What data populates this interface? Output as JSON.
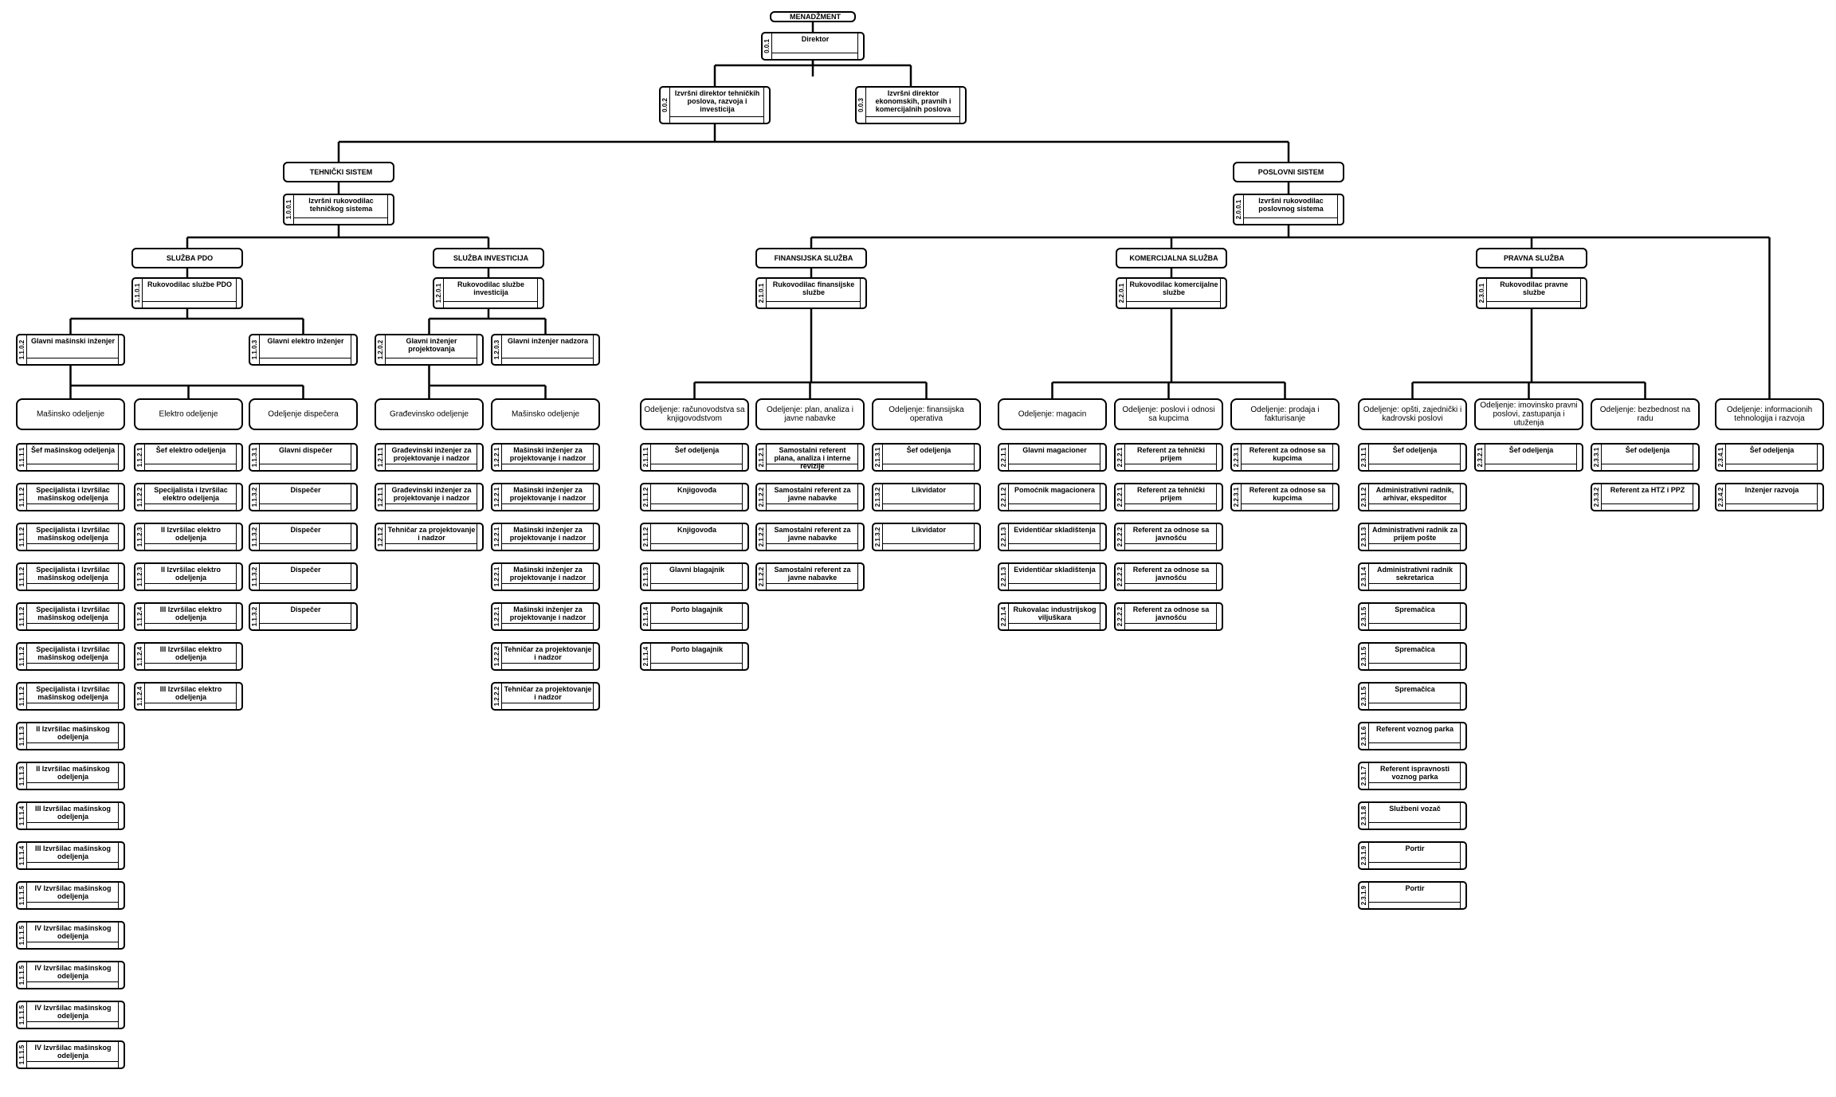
{
  "nodes": [
    {
      "id": "top",
      "label": "MENADŽMENT",
      "kind": "header"
    },
    {
      "id": "dir",
      "code": "0.0.1",
      "label": "Direktor",
      "kind": "job"
    },
    {
      "id": "ed1",
      "code": "0.0.2",
      "label": "Izvršni direktor tehničkih poslova, razvoja i investicija",
      "kind": "job"
    },
    {
      "id": "ed2",
      "code": "0.0.3",
      "label": "Izvršni direktor ekonomskih, pravnih i komercijalnih poslova",
      "kind": "job"
    },
    {
      "id": "ts",
      "label": "TEHNIČKI SISTEM",
      "kind": "header"
    },
    {
      "id": "tsr",
      "code": "1.0.0.1",
      "label": "Izvršni rukovodilac tehničkog sistema",
      "kind": "job"
    },
    {
      "id": "ps",
      "label": "POSLOVNI SISTEM",
      "kind": "header"
    },
    {
      "id": "psr",
      "code": "2.0.0.1",
      "label": "Izvršni rukovodilac poslovnog sistema",
      "kind": "job"
    },
    {
      "id": "pdo",
      "label": "SLUŽBA PDO",
      "kind": "header"
    },
    {
      "id": "pdor",
      "code": "1.1.0.1",
      "label": "Rukovodilac službe PDO",
      "kind": "job"
    },
    {
      "id": "pdo2",
      "code": "1.1.0.2",
      "label": "Glavni mašinski inženjer",
      "kind": "job"
    },
    {
      "id": "pdo3",
      "code": "1.1.0.3",
      "label": "Glavni elektro inženjer",
      "kind": "job"
    },
    {
      "id": "d_mas",
      "label": "Mašinsko odeljenje",
      "kind": "dept"
    },
    {
      "id": "d_el",
      "label": "Elektro odeljenje",
      "kind": "dept"
    },
    {
      "id": "d_dis",
      "label": "Odeljenje dispečera",
      "kind": "dept"
    },
    {
      "id": "inv",
      "label": "SLUŽBA INVESTICIJA",
      "kind": "header"
    },
    {
      "id": "invr",
      "code": "1.2.0.1",
      "label": "Rukovodilac službe investicija",
      "kind": "job"
    },
    {
      "id": "inv2",
      "code": "1.2.0.2",
      "label": "Glavni inženjer projektovanja",
      "kind": "job"
    },
    {
      "id": "inv3",
      "code": "1.2.0.3",
      "label": "Glavni inženjer nadzora",
      "kind": "job"
    },
    {
      "id": "d_gr",
      "label": "Građevinsko odeljenje",
      "kind": "dept"
    },
    {
      "id": "d_mas2",
      "label": "Mašinsko odeljenje",
      "kind": "dept"
    },
    {
      "id": "fin",
      "label": "FINANSIJSKA SLUŽBA",
      "kind": "header"
    },
    {
      "id": "finr",
      "code": "2.1.0.1",
      "label": "Rukovodilac finansijske službe",
      "kind": "job"
    },
    {
      "id": "d_rac",
      "label": "Odeljenje: računovodstva sa knjigovodstvom",
      "kind": "dept"
    },
    {
      "id": "d_plan",
      "label": "Odeljenje: plan, analiza i javne nabavke",
      "kind": "dept"
    },
    {
      "id": "d_fo",
      "label": "Odeljenje: finansijska operativa",
      "kind": "dept"
    },
    {
      "id": "kom",
      "label": "KOMERCIJALNA SLUŽBA",
      "kind": "header"
    },
    {
      "id": "komr",
      "code": "2.2.0.1",
      "label": "Rukovodilac komercijalne službe",
      "kind": "job"
    },
    {
      "id": "d_mag",
      "label": "Odeljenje: magacin",
      "kind": "dept"
    },
    {
      "id": "d_pos",
      "label": "Odeljenje: poslovi i odnosi sa kupcima",
      "kind": "dept"
    },
    {
      "id": "d_pro",
      "label": "Odeljenje: prodaja i fakturisanje",
      "kind": "dept"
    },
    {
      "id": "pra",
      "label": "PRAVNA SLUŽBA",
      "kind": "header"
    },
    {
      "id": "prar",
      "code": "2.3.0.1",
      "label": "Rukovodilac pravne službe",
      "kind": "job"
    },
    {
      "id": "d_opc",
      "label": "Odeljenje: opšti, zajednički i kadrovski poslovi",
      "kind": "dept"
    },
    {
      "id": "d_imo",
      "label": "Odeljenje: imovinsko pravni poslovi, zastupanja i utuženja",
      "kind": "dept"
    },
    {
      "id": "d_bez",
      "label": "Odeljenje: bezbednost na radu",
      "kind": "dept"
    },
    {
      "id": "d_inf",
      "label": "Odeljenje: informacionih tehnologija i razvoja",
      "kind": "dept"
    },
    {
      "id": "m1",
      "code": "1.1.1.1",
      "label": "Šef mašinskog odeljenja",
      "kind": "job"
    },
    {
      "id": "m2",
      "code": "1.1.1.2",
      "label": "Specijalista i Izvršilac mašinskog odeljenja",
      "kind": "job"
    },
    {
      "id": "m3",
      "code": "1.1.1.2",
      "label": "Specijalista i Izvršilac mašinskog odeljenja",
      "kind": "job"
    },
    {
      "id": "m4",
      "code": "1.1.1.2",
      "label": "Specijalista i Izvršilac mašinskog odeljenja",
      "kind": "job"
    },
    {
      "id": "m5",
      "code": "1.1.1.2",
      "label": "Specijalista i Izvršilac mašinskog odeljenja",
      "kind": "job"
    },
    {
      "id": "m6",
      "code": "1.1.1.2",
      "label": "Specijalista i Izvršilac mašinskog odeljenja",
      "kind": "job"
    },
    {
      "id": "m7",
      "code": "1.1.1.2",
      "label": "Specijalista i Izvršilac mašinskog odeljenja",
      "kind": "job"
    },
    {
      "id": "m8",
      "code": "1.1.1.3",
      "label": "II Izvršilac mašinskog odeljenja",
      "kind": "job"
    },
    {
      "id": "m9",
      "code": "1.1.1.3",
      "label": "II Izvršilac mašinskog odeljenja",
      "kind": "job"
    },
    {
      "id": "m10",
      "code": "1.1.1.4",
      "label": "III Izvršilac mašinskog odeljenja",
      "kind": "job"
    },
    {
      "id": "m11",
      "code": "1.1.1.4",
      "label": "III Izvršilac mašinskog odeljenja",
      "kind": "job"
    },
    {
      "id": "m12",
      "code": "1.1.1.5",
      "label": "IV Izvršilac mašinskog odeljenja",
      "kind": "job"
    },
    {
      "id": "m13",
      "code": "1.1.1.5",
      "label": "IV Izvršilac mašinskog odeljenja",
      "kind": "job"
    },
    {
      "id": "m14",
      "code": "1.1.1.5",
      "label": "IV Izvršilac mašinskog odeljenja",
      "kind": "job"
    },
    {
      "id": "m15",
      "code": "1.1.1.5",
      "label": "IV Izvršilac mašinskog odeljenja",
      "kind": "job"
    },
    {
      "id": "m16",
      "code": "1.1.1.5",
      "label": "IV Izvršilac mašinskog odeljenja",
      "kind": "job"
    },
    {
      "id": "e1",
      "code": "1.1.2.1",
      "label": "Šef elektro odeljenja",
      "kind": "job"
    },
    {
      "id": "e2",
      "code": "1.1.2.2",
      "label": "Specijalista i Izvršilac elektro odeljenja",
      "kind": "job"
    },
    {
      "id": "e3",
      "code": "1.1.2.3",
      "label": "II Izvršilac elektro odeljenja",
      "kind": "job"
    },
    {
      "id": "e4",
      "code": "1.1.2.3",
      "label": "II Izvršilac elektro odeljenja",
      "kind": "job"
    },
    {
      "id": "e5",
      "code": "1.1.2.4",
      "label": "III Izvršilac elektro odeljenja",
      "kind": "job"
    },
    {
      "id": "e6",
      "code": "1.1.2.4",
      "label": "III Izvršilac elektro odeljenja",
      "kind": "job"
    },
    {
      "id": "e7",
      "code": "1.1.2.4",
      "label": "III Izvršilac elektro odeljenja",
      "kind": "job"
    },
    {
      "id": "ds1",
      "code": "1.1.3.1",
      "label": "Glavni dispečer",
      "kind": "job"
    },
    {
      "id": "ds2",
      "code": "1.1.3.2",
      "label": "Dispečer",
      "kind": "job"
    },
    {
      "id": "ds3",
      "code": "1.1.3.2",
      "label": "Dispečer",
      "kind": "job"
    },
    {
      "id": "ds4",
      "code": "1.1.3.2",
      "label": "Dispečer",
      "kind": "job"
    },
    {
      "id": "ds5",
      "code": "1.1.3.2",
      "label": "Dispečer",
      "kind": "job"
    },
    {
      "id": "g1",
      "code": "1.2.1.1",
      "label": "Građevinski inženjer za projektovanje i nadzor",
      "kind": "job"
    },
    {
      "id": "g2",
      "code": "1.2.1.1",
      "label": "Građevinski inženjer za projektovanje i nadzor",
      "kind": "job"
    },
    {
      "id": "g3",
      "code": "1.2.1.2",
      "label": "Tehničar za projektovanje i nadzor",
      "kind": "job"
    },
    {
      "id": "mi1",
      "code": "1.2.2.1",
      "label": "Mašinski inženjer za projektovanje i nadzor",
      "kind": "job"
    },
    {
      "id": "mi2",
      "code": "1.2.2.1",
      "label": "Mašinski inženjer za projektovanje i nadzor",
      "kind": "job"
    },
    {
      "id": "mi3",
      "code": "1.2.2.1",
      "label": "Mašinski inženjer za projektovanje i nadzor",
      "kind": "job"
    },
    {
      "id": "mi4",
      "code": "1.2.2.1",
      "label": "Mašinski inženjer za projektovanje i nadzor",
      "kind": "job"
    },
    {
      "id": "mi5",
      "code": "1.2.2.1",
      "label": "Mašinski inženjer za projektovanje i nadzor",
      "kind": "job"
    },
    {
      "id": "mi6",
      "code": "1.2.2.2",
      "label": "Tehničar za projektovanje i nadzor",
      "kind": "job"
    },
    {
      "id": "mi7",
      "code": "1.2.2.2",
      "label": "Tehničar za projektovanje i nadzor",
      "kind": "job"
    },
    {
      "id": "r1",
      "code": "2.1.1.1",
      "label": "Šef odeljenja",
      "kind": "job"
    },
    {
      "id": "r2",
      "code": "2.1.1.2",
      "label": "Knjigovođa",
      "kind": "job"
    },
    {
      "id": "r3",
      "code": "2.1.1.2",
      "label": "Knjigovođa",
      "kind": "job"
    },
    {
      "id": "r4",
      "code": "2.1.1.3",
      "label": "Glavni blagajnik",
      "kind": "job"
    },
    {
      "id": "r5",
      "code": "2.1.1.4",
      "label": "Porto blagajnik",
      "kind": "job"
    },
    {
      "id": "r6",
      "code": "2.1.1.4",
      "label": "Porto blagajnik",
      "kind": "job"
    },
    {
      "id": "p1",
      "code": "2.1.2.1",
      "label": "Samostalni referent plana, analiza i interne revizije",
      "kind": "job"
    },
    {
      "id": "p2",
      "code": "2.1.2.2",
      "label": "Samostalni referent za javne nabavke",
      "kind": "job"
    },
    {
      "id": "p3",
      "code": "2.1.2.2",
      "label": "Samostalni referent za javne nabavke",
      "kind": "job"
    },
    {
      "id": "p4",
      "code": "2.1.2.2",
      "label": "Samostalni referent za javne nabavke",
      "kind": "job"
    },
    {
      "id": "f1",
      "code": "2.1.3.1",
      "label": "Šef odeljenja",
      "kind": "job"
    },
    {
      "id": "f2",
      "code": "2.1.3.2",
      "label": "Likvidator",
      "kind": "job"
    },
    {
      "id": "f3",
      "code": "2.1.3.2",
      "label": "Likvidator",
      "kind": "job"
    },
    {
      "id": "mg1",
      "code": "2.2.1.1",
      "label": "Glavni magacioner",
      "kind": "job"
    },
    {
      "id": "mg2",
      "code": "2.2.1.2",
      "label": "Pomoćnik magacionera",
      "kind": "job"
    },
    {
      "id": "mg3",
      "code": "2.2.1.3",
      "label": "Evidentičar skladištenja",
      "kind": "job"
    },
    {
      "id": "mg4",
      "code": "2.2.1.3",
      "label": "Evidentičar skladištenja",
      "kind": "job"
    },
    {
      "id": "mg5",
      "code": "2.2.1.4",
      "label": "Rukovalac industrijskog viljuškara",
      "kind": "job"
    },
    {
      "id": "k1",
      "code": "2.2.2.1",
      "label": "Referent za tehnički prijem",
      "kind": "job"
    },
    {
      "id": "k2",
      "code": "2.2.2.1",
      "label": "Referent za tehnički prijem",
      "kind": "job"
    },
    {
      "id": "k3",
      "code": "2.2.2.2",
      "label": "Referent za odnose sa javnošću",
      "kind": "job"
    },
    {
      "id": "k4",
      "code": "2.2.2.2",
      "label": "Referent za odnose sa javnošću",
      "kind": "job"
    },
    {
      "id": "k5",
      "code": "2.2.2.2",
      "label": "Referent za odnose sa javnošću",
      "kind": "job"
    },
    {
      "id": "pr1",
      "code": "2.2.3.1",
      "label": "Referent za odnose sa kupcima",
      "kind": "job"
    },
    {
      "id": "pr2",
      "code": "2.2.3.1",
      "label": "Referent za odnose sa kupcima",
      "kind": "job"
    },
    {
      "id": "o1",
      "code": "2.3.1.1",
      "label": "Šef odeljenja",
      "kind": "job"
    },
    {
      "id": "o2",
      "code": "2.3.1.2",
      "label": "Administrativni radnik, arhivar, ekspeditor",
      "kind": "job"
    },
    {
      "id": "o3",
      "code": "2.3.1.3",
      "label": "Administrativni radnik za prijem pošte",
      "kind": "job"
    },
    {
      "id": "o4",
      "code": "2.3.1.4",
      "label": "Administrativni radnik sekretarica",
      "kind": "job"
    },
    {
      "id": "o5",
      "code": "2.3.1.5",
      "label": "Spremačica",
      "kind": "job"
    },
    {
      "id": "o6",
      "code": "2.3.1.5",
      "label": "Spremačica",
      "kind": "job"
    },
    {
      "id": "o7",
      "code": "2.3.1.5",
      "label": "Spremačica",
      "kind": "job"
    },
    {
      "id": "o8",
      "code": "2.3.1.6",
      "label": "Referent voznog parka",
      "kind": "job"
    },
    {
      "id": "o9",
      "code": "2.3.1.7",
      "label": "Referent ispravnosti voznog parka",
      "kind": "job"
    },
    {
      "id": "o10",
      "code": "2.3.1.8",
      "label": "Službeni vozač",
      "kind": "job"
    },
    {
      "id": "o11",
      "code": "2.3.1.9",
      "label": "Portir",
      "kind": "job"
    },
    {
      "id": "o12",
      "code": "2.3.1.9",
      "label": "Portir",
      "kind": "job"
    },
    {
      "id": "im1",
      "code": "2.3.2.1",
      "label": "Šef odeljenja",
      "kind": "job"
    },
    {
      "id": "b1",
      "code": "2.3.3.1",
      "label": "Šef odeljenja",
      "kind": "job"
    },
    {
      "id": "b2",
      "code": "2.3.3.2",
      "label": "Referent za HTZ i PPZ",
      "kind": "job"
    },
    {
      "id": "it1",
      "code": "2.3.4.1",
      "label": "Šef odeljenja",
      "kind": "job"
    },
    {
      "id": "it2",
      "code": "2.3.4.2",
      "label": "Inženjer razvoja",
      "kind": "job"
    }
  ],
  "links": [
    [
      "top",
      "dir"
    ],
    [
      "dir",
      "ed1"
    ],
    [
      "dir",
      "ed2"
    ],
    [
      "ed1",
      "ts"
    ],
    [
      "ed1",
      "ps"
    ],
    [
      "ts",
      "tsr"
    ],
    [
      "ps",
      "psr"
    ],
    [
      "tsr",
      "pdo"
    ],
    [
      "tsr",
      "inv"
    ],
    [
      "psr",
      "fin"
    ],
    [
      "psr",
      "kom"
    ],
    [
      "psr",
      "pra"
    ],
    [
      "psr",
      "d_inf"
    ],
    [
      "pdo",
      "pdor"
    ],
    [
      "pdor",
      "pdo2"
    ],
    [
      "pdor",
      "pdo3"
    ],
    [
      "pdo2",
      "d_mas"
    ],
    [
      "pdo2",
      "d_el"
    ],
    [
      "pdo2",
      "d_dis"
    ],
    [
      "inv",
      "invr"
    ],
    [
      "invr",
      "inv2"
    ],
    [
      "invr",
      "inv3"
    ],
    [
      "inv2",
      "d_gr"
    ],
    [
      "inv2",
      "d_mas2"
    ],
    [
      "fin",
      "finr"
    ],
    [
      "finr",
      "d_rac"
    ],
    [
      "finr",
      "d_plan"
    ],
    [
      "finr",
      "d_fo"
    ],
    [
      "kom",
      "komr"
    ],
    [
      "komr",
      "d_mag"
    ],
    [
      "komr",
      "d_pos"
    ],
    [
      "komr",
      "d_pro"
    ],
    [
      "pra",
      "prar"
    ],
    [
      "prar",
      "d_opc"
    ],
    [
      "prar",
      "d_imo"
    ],
    [
      "prar",
      "d_bez"
    ]
  ]
}
